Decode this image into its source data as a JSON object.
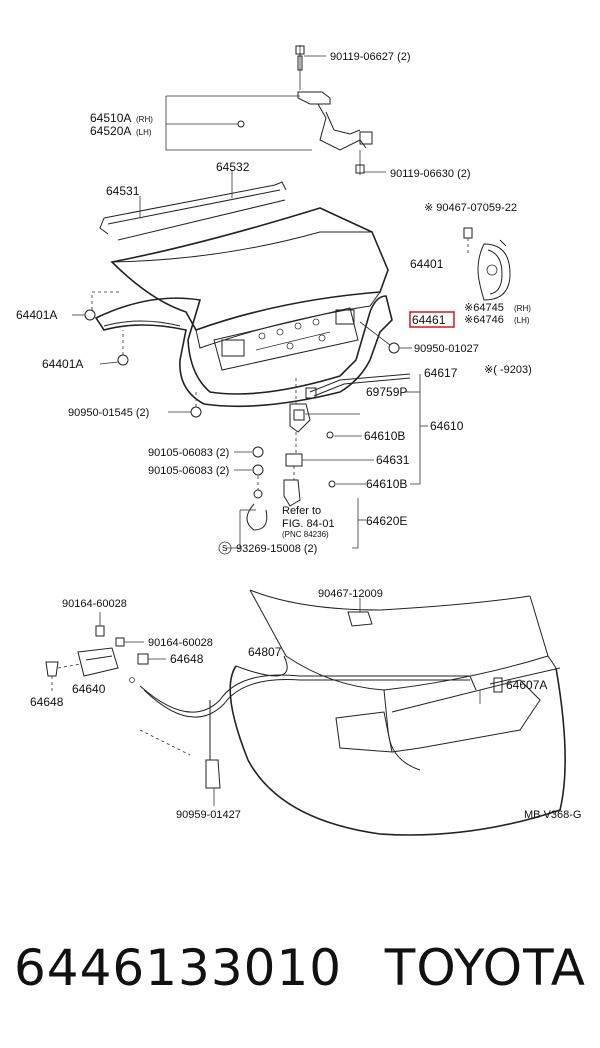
{
  "diagram": {
    "labels": {
      "l1": "90119-06627 (2)",
      "l2": "64510A",
      "l2s": "(RH)",
      "l3": "64520A",
      "l3s": "(LH)",
      "l4": "90119-06630 (2)",
      "l5": "64532",
      "l6": "64531",
      "l7": "※ 90467-07059-22",
      "l8": "64401",
      "l9": "64401A",
      "l10": "※64745",
      "l10s": "(RH)",
      "l11": "※64746",
      "l11s": "(LH)",
      "l12": "64461",
      "l13": "90950-01027",
      "l14": "64401A",
      "l15": "64617",
      "l16": "※(      -9203)",
      "l17": "69759P",
      "l18": "90950-01545 (2)",
      "l19": "64610B",
      "l20": "64610",
      "l21": "90105-06083 (2)",
      "l22": "64631",
      "l23": "90105-06083 (2)",
      "l24": "64610B",
      "l25a": "Refer to",
      "l25b": "FIG. 84-01",
      "l25c": "(PNC 84236)",
      "l26": "64620E",
      "l27s": "S",
      "l27": "93269-15008 (2)",
      "l28": "90467-12009",
      "l29": "90164-60028",
      "l30": "90164-60028",
      "l31": "64648",
      "l32": "64807",
      "l33": "64640",
      "l34": "64648",
      "l35": "64607A",
      "l36": "90959-01427",
      "l37": "MB V368-G"
    },
    "highlight_color": "#d9262c"
  },
  "footer": {
    "part_number": "6446133010",
    "brand": "TOYOTA"
  }
}
